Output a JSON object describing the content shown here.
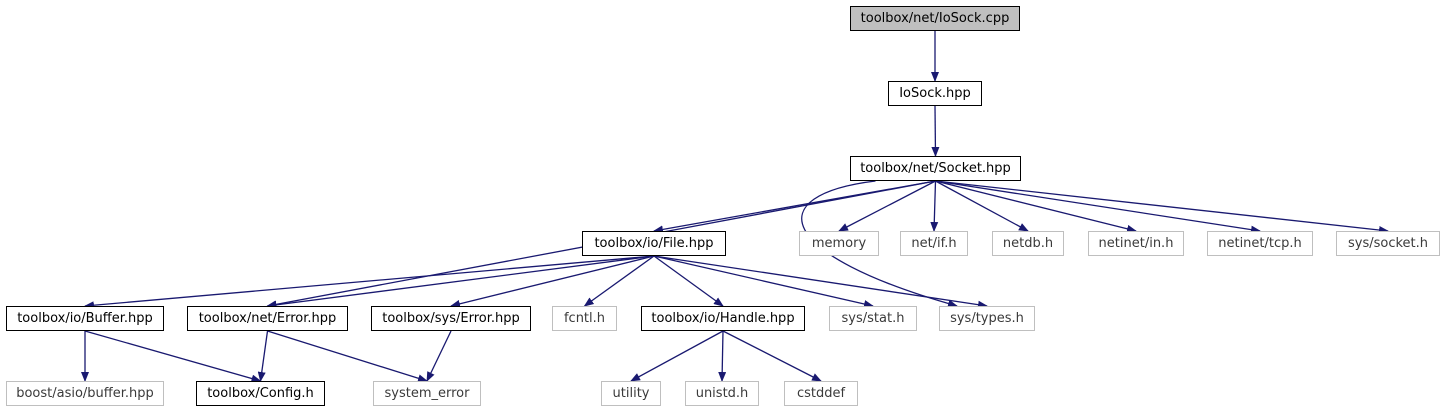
{
  "colors": {
    "edge": "#191970",
    "external_border": "#bfbfbf",
    "root_fill": "#bfbfbf"
  },
  "nodes": [
    {
      "id": "root",
      "label": "toolbox/net/IoSock.cpp",
      "kind": "root"
    },
    {
      "id": "iosock",
      "label": "IoSock.hpp",
      "kind": "doc"
    },
    {
      "id": "socket",
      "label": "toolbox/net/Socket.hpp",
      "kind": "doc"
    },
    {
      "id": "file",
      "label": "toolbox/io/File.hpp",
      "kind": "doc"
    },
    {
      "id": "memory",
      "label": "memory",
      "kind": "ext"
    },
    {
      "id": "netif",
      "label": "net/if.h",
      "kind": "ext"
    },
    {
      "id": "netdb",
      "label": "netdb.h",
      "kind": "ext"
    },
    {
      "id": "netinet_in",
      "label": "netinet/in.h",
      "kind": "ext"
    },
    {
      "id": "netinet_tcp",
      "label": "netinet/tcp.h",
      "kind": "ext"
    },
    {
      "id": "sys_socket",
      "label": "sys/socket.h",
      "kind": "ext"
    },
    {
      "id": "buffer",
      "label": "toolbox/io/Buffer.hpp",
      "kind": "doc"
    },
    {
      "id": "net_error",
      "label": "toolbox/net/Error.hpp",
      "kind": "doc"
    },
    {
      "id": "sys_error",
      "label": "toolbox/sys/Error.hpp",
      "kind": "doc"
    },
    {
      "id": "fcntl",
      "label": "fcntl.h",
      "kind": "ext"
    },
    {
      "id": "handle",
      "label": "toolbox/io/Handle.hpp",
      "kind": "doc"
    },
    {
      "id": "sys_stat",
      "label": "sys/stat.h",
      "kind": "ext"
    },
    {
      "id": "sys_types",
      "label": "sys/types.h",
      "kind": "ext"
    },
    {
      "id": "boost_buffer",
      "label": "boost/asio/buffer.hpp",
      "kind": "ext"
    },
    {
      "id": "config",
      "label": "toolbox/Config.h",
      "kind": "doc"
    },
    {
      "id": "system_error",
      "label": "system_error",
      "kind": "ext"
    },
    {
      "id": "utility",
      "label": "utility",
      "kind": "ext"
    },
    {
      "id": "unistd",
      "label": "unistd.h",
      "kind": "ext"
    },
    {
      "id": "cstddef",
      "label": "cstddef",
      "kind": "ext"
    }
  ],
  "edges": [
    [
      "root",
      "iosock"
    ],
    [
      "iosock",
      "socket"
    ],
    [
      "socket",
      "file"
    ],
    [
      "socket",
      "net_error"
    ],
    [
      "socket",
      "memory"
    ],
    [
      "socket",
      "netif"
    ],
    [
      "socket",
      "netdb"
    ],
    [
      "socket",
      "netinet_in"
    ],
    [
      "socket",
      "netinet_tcp"
    ],
    [
      "socket",
      "sys_socket"
    ],
    [
      "socket",
      "sys_types"
    ],
    [
      "file",
      "buffer"
    ],
    [
      "file",
      "net_error"
    ],
    [
      "file",
      "sys_error"
    ],
    [
      "file",
      "fcntl"
    ],
    [
      "file",
      "handle"
    ],
    [
      "file",
      "sys_stat"
    ],
    [
      "file",
      "sys_types"
    ],
    [
      "buffer",
      "boost_buffer"
    ],
    [
      "buffer",
      "config"
    ],
    [
      "net_error",
      "config"
    ],
    [
      "net_error",
      "system_error"
    ],
    [
      "sys_error",
      "system_error"
    ],
    [
      "handle",
      "utility"
    ],
    [
      "handle",
      "unistd"
    ],
    [
      "handle",
      "cstddef"
    ]
  ]
}
